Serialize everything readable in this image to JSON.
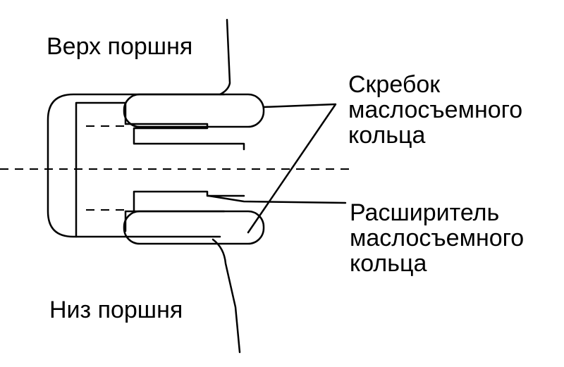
{
  "labels": {
    "piston_top": "Верх поршня",
    "piston_bottom": "Низ поршня",
    "scraper": "Скребок\nмаслосъемного\nкольца",
    "expander": "Расширитель\nмаслосъемного\nкольца"
  },
  "colors": {
    "line": "#000000",
    "background": "#ffffff"
  }
}
